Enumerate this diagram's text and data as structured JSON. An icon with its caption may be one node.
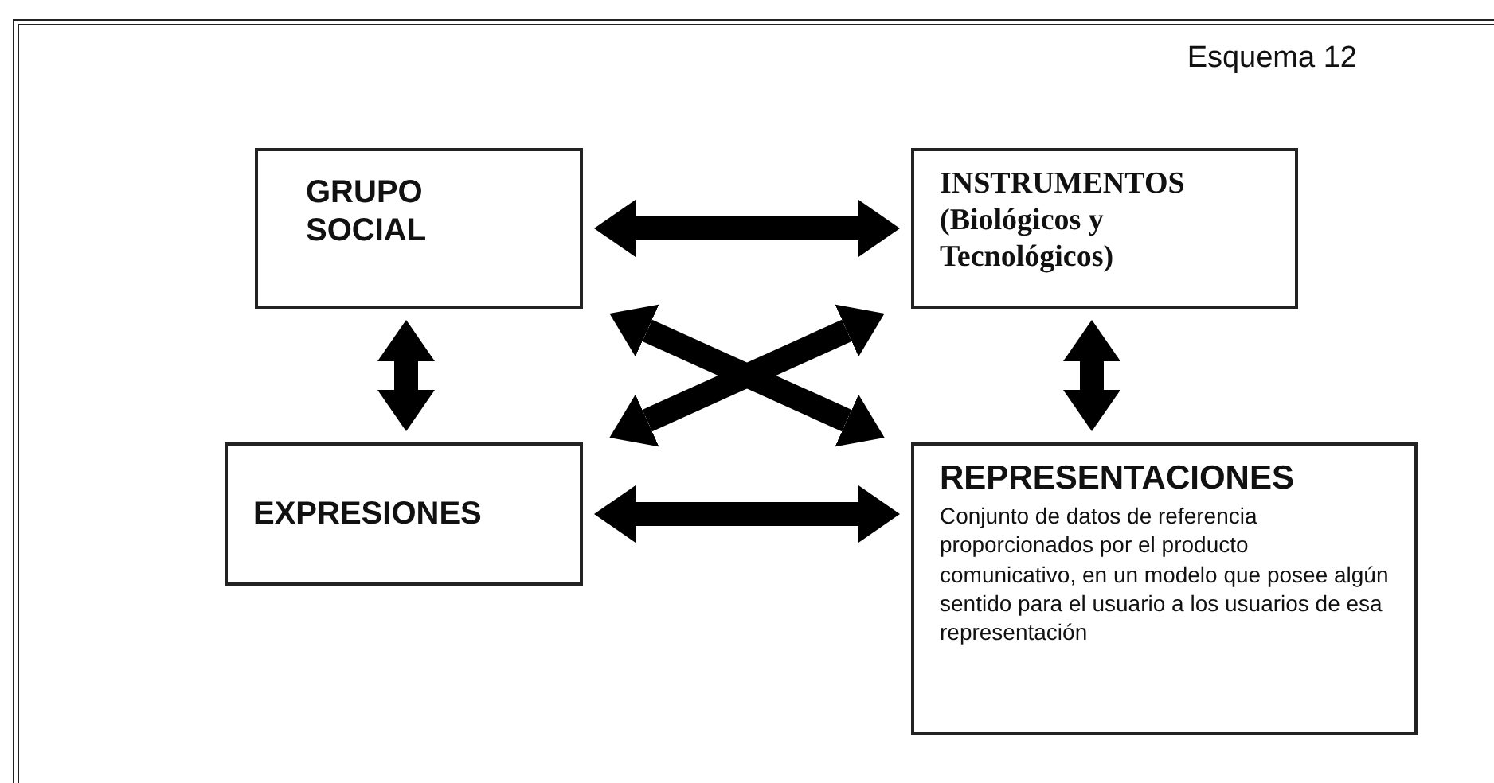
{
  "diagram": {
    "title": "Esquema 12",
    "nodes": [
      {
        "text": [
          "GRUPO SOCIAL"
        ]
      },
      {
        "text": [
          "INSTRUMENTOS (Biológicos y Tecnológicos)"
        ]
      },
      {
        "text": [
          "EXPRESIONES"
        ]
      },
      {
        "text": [
          "REPRESENTACIONES",
          "Conjunto de datos de referencia proporcionados por el producto comunicativo, en un modelo que posee algún sentido para el usuario a los usuarios de esa representación"
        ]
      }
    ],
    "edges": [
      {
        "from": 0,
        "to": 1,
        "arrow": "both"
      },
      {
        "from": 0,
        "to": 2,
        "arrow": "both"
      },
      {
        "from": 1,
        "to": 3,
        "arrow": "both"
      },
      {
        "from": 0,
        "to": 3,
        "arrow": "both"
      },
      {
        "from": 2,
        "to": 1,
        "arrow": "both"
      },
      {
        "from": 2,
        "to": 3,
        "arrow": "both"
      }
    ]
  }
}
